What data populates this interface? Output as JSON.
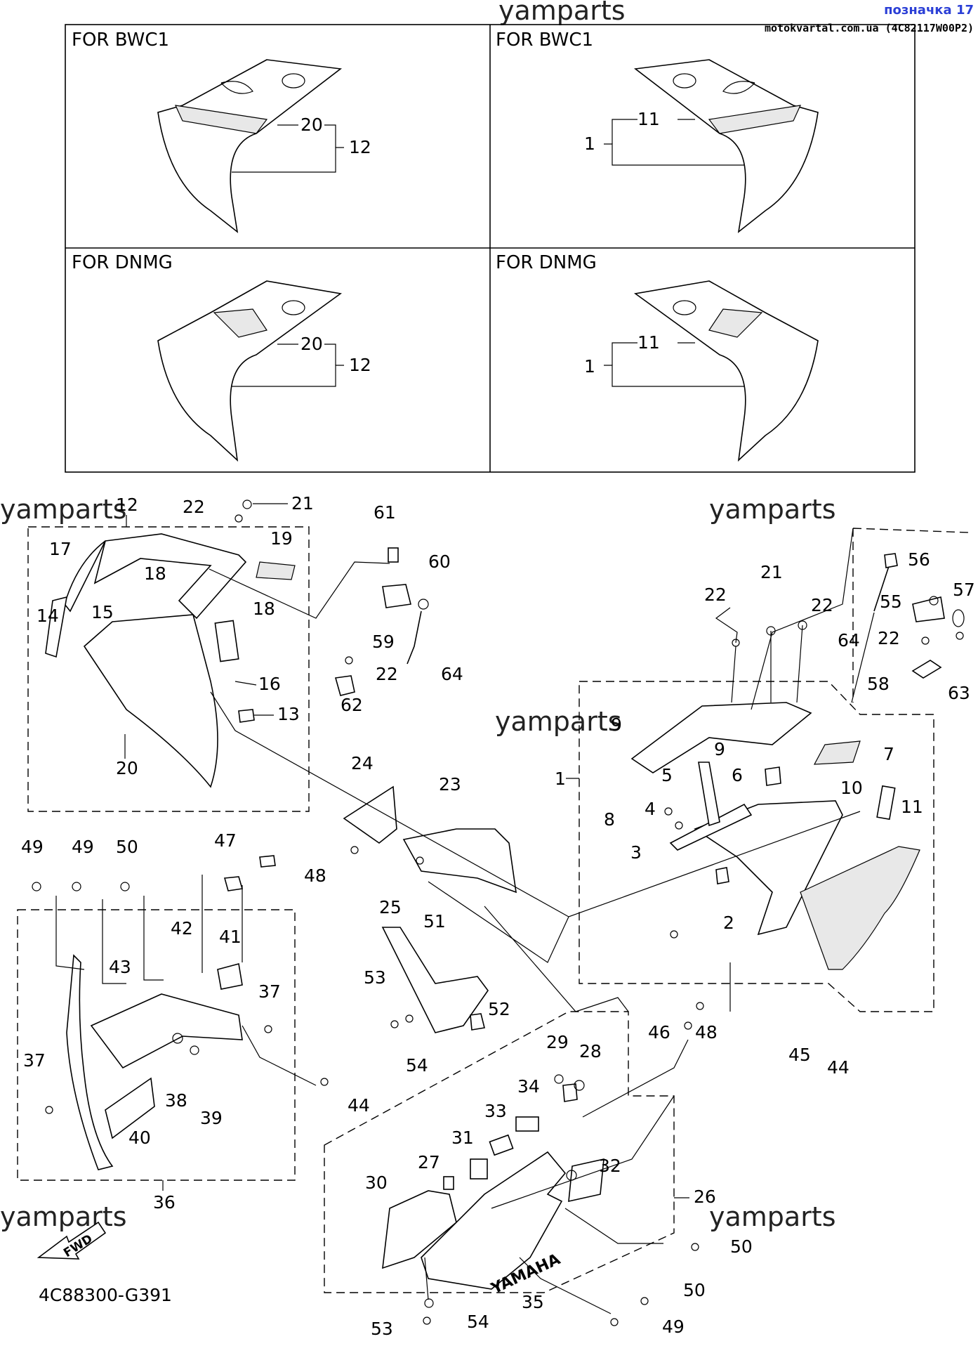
{
  "header": {
    "watermark_top": "yamparts",
    "page_link": "позначка 17",
    "source_ref": "motokvartal.com.ua (4C82117W00P2)"
  },
  "panels": [
    {
      "title": "FOR BWC1",
      "callouts": [
        "20",
        "12"
      ]
    },
    {
      "title": "FOR BWC1",
      "callouts": [
        "11",
        "1"
      ]
    },
    {
      "title": "FOR DNMG",
      "callouts": [
        "20",
        "12"
      ]
    },
    {
      "title": "FOR DNMG",
      "callouts": [
        "11",
        "1"
      ]
    }
  ],
  "watermarks": [
    "yamparts",
    "yamparts",
    "yamparts",
    "yamparts",
    "yamparts"
  ],
  "callouts": {
    "c12a": "12",
    "c22a": "22",
    "c21a": "21",
    "c61": "61",
    "c17": "17",
    "c19": "19",
    "c18a": "18",
    "c18b": "18",
    "c60": "60",
    "c14": "14",
    "c15": "15",
    "c16": "16",
    "c59": "59",
    "c22b": "22",
    "c64a": "64",
    "c62": "62",
    "c13": "13",
    "c20": "20",
    "c24": "24",
    "c23": "23",
    "c25": "25",
    "c21b": "21",
    "c22c": "22",
    "c22d": "22",
    "c56": "56",
    "c57": "57",
    "c55": "55",
    "c22e": "22",
    "c64b": "64",
    "c58": "58",
    "c63": "63",
    "c9a": "9",
    "c9b": "9",
    "c1": "1",
    "c5": "5",
    "c6": "6",
    "c7": "7",
    "c10": "10",
    "c8": "8",
    "c4": "4",
    "c3": "3",
    "c11": "11",
    "c2": "2",
    "c45": "45",
    "c44a": "44",
    "c49a": "49",
    "c49b": "49",
    "c50a": "50",
    "c47": "47",
    "c48a": "48",
    "c42": "42",
    "c41": "41",
    "c43": "43",
    "c37a": "37",
    "c37b": "37",
    "c38": "38",
    "c39": "39",
    "c40": "40",
    "c44b": "44",
    "c36": "36",
    "c51": "51",
    "c53a": "53",
    "c52": "52",
    "c54a": "54",
    "c29": "29",
    "c28": "28",
    "c46": "46",
    "c48b": "48",
    "c34": "34",
    "c33": "33",
    "c31": "31",
    "c27": "27",
    "c30": "30",
    "c32": "32",
    "c26": "26",
    "c50b": "50",
    "c50c": "50",
    "c35": "35",
    "c49c": "49",
    "c53b": "53",
    "c54b": "54"
  },
  "fwd_label": "FWD",
  "logo_text": "YAMAHA",
  "diagram_code": "4C88300-G391"
}
